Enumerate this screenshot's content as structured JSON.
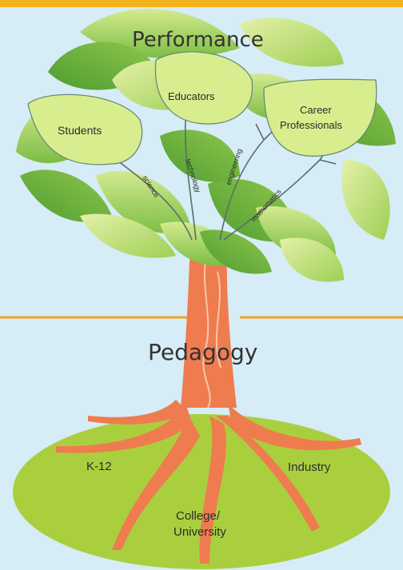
{
  "colors": {
    "background": "#d6ecf6",
    "top_bar": "#f2b21b",
    "divider_line": "#f0a326",
    "ground": "#a9cf3f",
    "trunk": "#ef7c4e",
    "leaf_dark": "#6db33f",
    "leaf_light": "#c6e07a",
    "bubble_fill": "#d8ee8e"
  },
  "diagram": {
    "canopy_title": "Performance",
    "trunk_title": "Pedagogy",
    "leaf_bubbles": [
      "Students",
      "Educators",
      "Career",
      "Professionals"
    ],
    "branches": [
      "science",
      "technology",
      "engineering",
      "mathematics"
    ],
    "ground_labels": {
      "k12": "K-12",
      "college": "College/",
      "university": "University",
      "industry": "Industry"
    }
  }
}
